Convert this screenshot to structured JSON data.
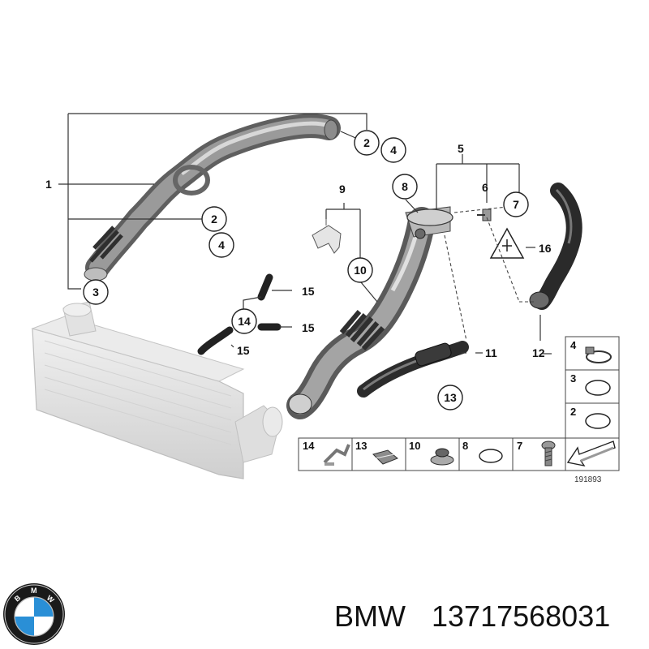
{
  "diagram": {
    "callouts": [
      "1",
      "2",
      "3",
      "4",
      "5",
      "6",
      "7",
      "8",
      "9",
      "10",
      "11",
      "12",
      "13",
      "14",
      "15",
      "16"
    ],
    "parts_table": {
      "bottom_row": [
        "14",
        "13",
        "10",
        "8",
        "7"
      ],
      "right_column": [
        "4",
        "3",
        "2"
      ],
      "reference": "191893"
    }
  },
  "footer": {
    "brand": "BMW",
    "part_number": "13717568031",
    "logo_letters": "BMW"
  },
  "colors": {
    "pipe_dark": "#6f6f6f",
    "pipe_light": "#c9c9c9",
    "intercooler": "#dcdcdc",
    "logo_blue": "#2a8fd6",
    "logo_ring": "#1a1a1a"
  }
}
